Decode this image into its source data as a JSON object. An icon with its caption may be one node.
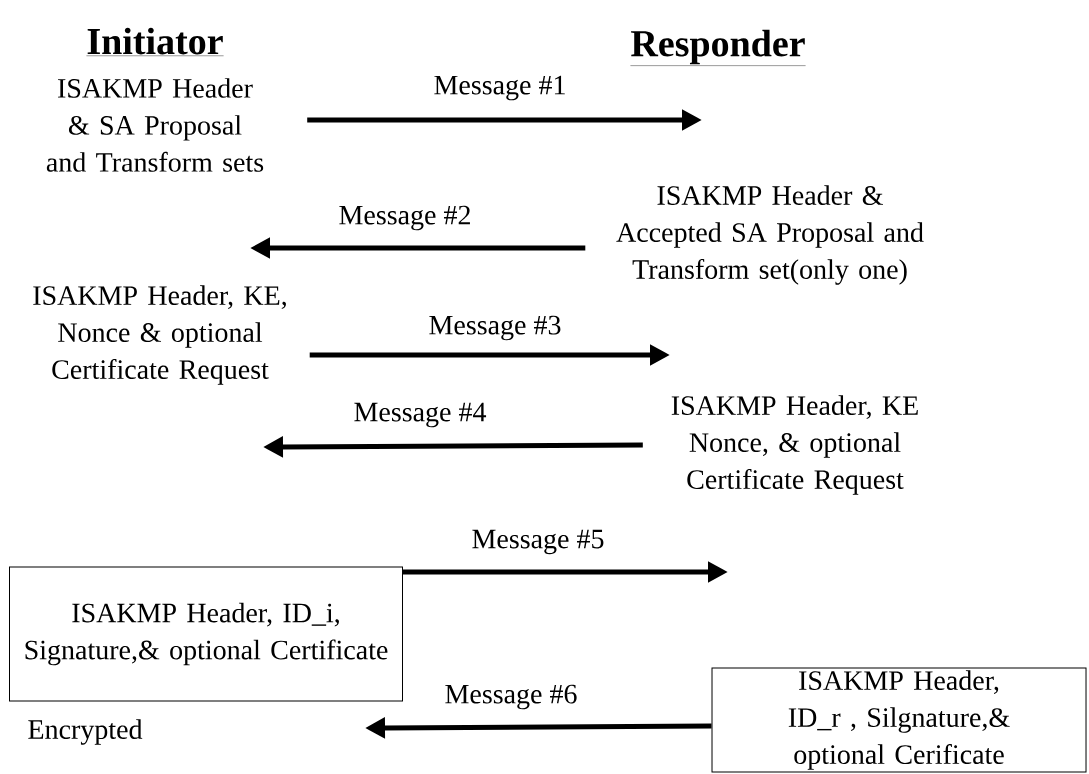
{
  "diagram": {
    "nodes": [
      {
        "text": [
          "ISAKMP Header & SA Proposal and Transform sets"
        ]
      },
      {
        "text": [
          "ISAKMP Header & Accepted SA Proposal and Transform set(only one)"
        ]
      },
      {
        "text": [
          "ISAKMP Header, KE, Nonce & optional Certificate Request"
        ]
      },
      {
        "text": [
          "ISAKMP Header, KE Nonce, & optional Certificate Request"
        ]
      },
      {
        "text": [
          "ISAKMP Header, ID_i, Signature,& optional Certificate"
        ],
        "beside": [
          "Encrypted"
        ]
      },
      {
        "text": [
          "ISAKMP Header, ID_r , Silgnature,& optional Cerificate"
        ]
      }
    ],
    "edges": [
      {
        "from": 0,
        "to": null,
        "arrow": "to",
        "label": "Message #1"
      },
      {
        "from": 1,
        "to": null,
        "arrow": "to",
        "label": "Message #2"
      },
      {
        "from": 2,
        "to": null,
        "arrow": "to",
        "label": "Message #3"
      },
      {
        "from": 3,
        "to": null,
        "arrow": "to",
        "label": "Message #4"
      },
      {
        "from": 4,
        "to": null,
        "arrow": "to",
        "label": "Message #5"
      },
      {
        "from": 5,
        "to": null,
        "arrow": "to",
        "label": "Message #6"
      }
    ],
    "labels": [
      "Initiator",
      "Responder"
    ]
  }
}
